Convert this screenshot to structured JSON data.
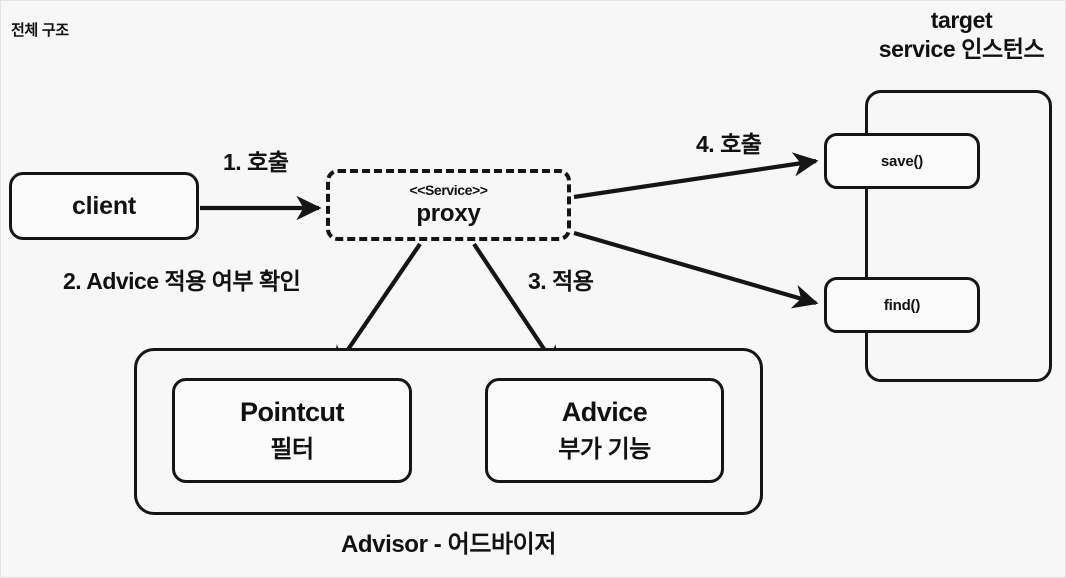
{
  "title": "전체 구조",
  "client": {
    "label": "client"
  },
  "proxy": {
    "stereotype": "<<Service>>",
    "name": "proxy"
  },
  "target": {
    "heading_line1": "target",
    "heading_line2": "service 인스턴스",
    "methods": [
      {
        "label": "save()"
      },
      {
        "label": "find()"
      }
    ]
  },
  "advisor": {
    "caption": "Advisor - 어드바이저",
    "parts": [
      {
        "title": "Pointcut",
        "subtitle": "필터"
      },
      {
        "title": "Advice",
        "subtitle": "부가 기능"
      }
    ]
  },
  "flows": [
    {
      "id": "flow-1",
      "label": "1. 호출",
      "from": "client",
      "to": "proxy"
    },
    {
      "id": "flow-2",
      "label": "2. Advice 적용 여부 확인",
      "from": "proxy",
      "to": "pointcut"
    },
    {
      "id": "flow-3",
      "label": "3. 적용",
      "from": "proxy",
      "to": "advice"
    },
    {
      "id": "flow-4",
      "label": "4. 호출",
      "from": "proxy",
      "to": "save()"
    }
  ],
  "colors": {
    "background": "#f7f7f8",
    "stroke": "#151515",
    "text": "#111111",
    "node_fill": "#fbfbfc"
  }
}
